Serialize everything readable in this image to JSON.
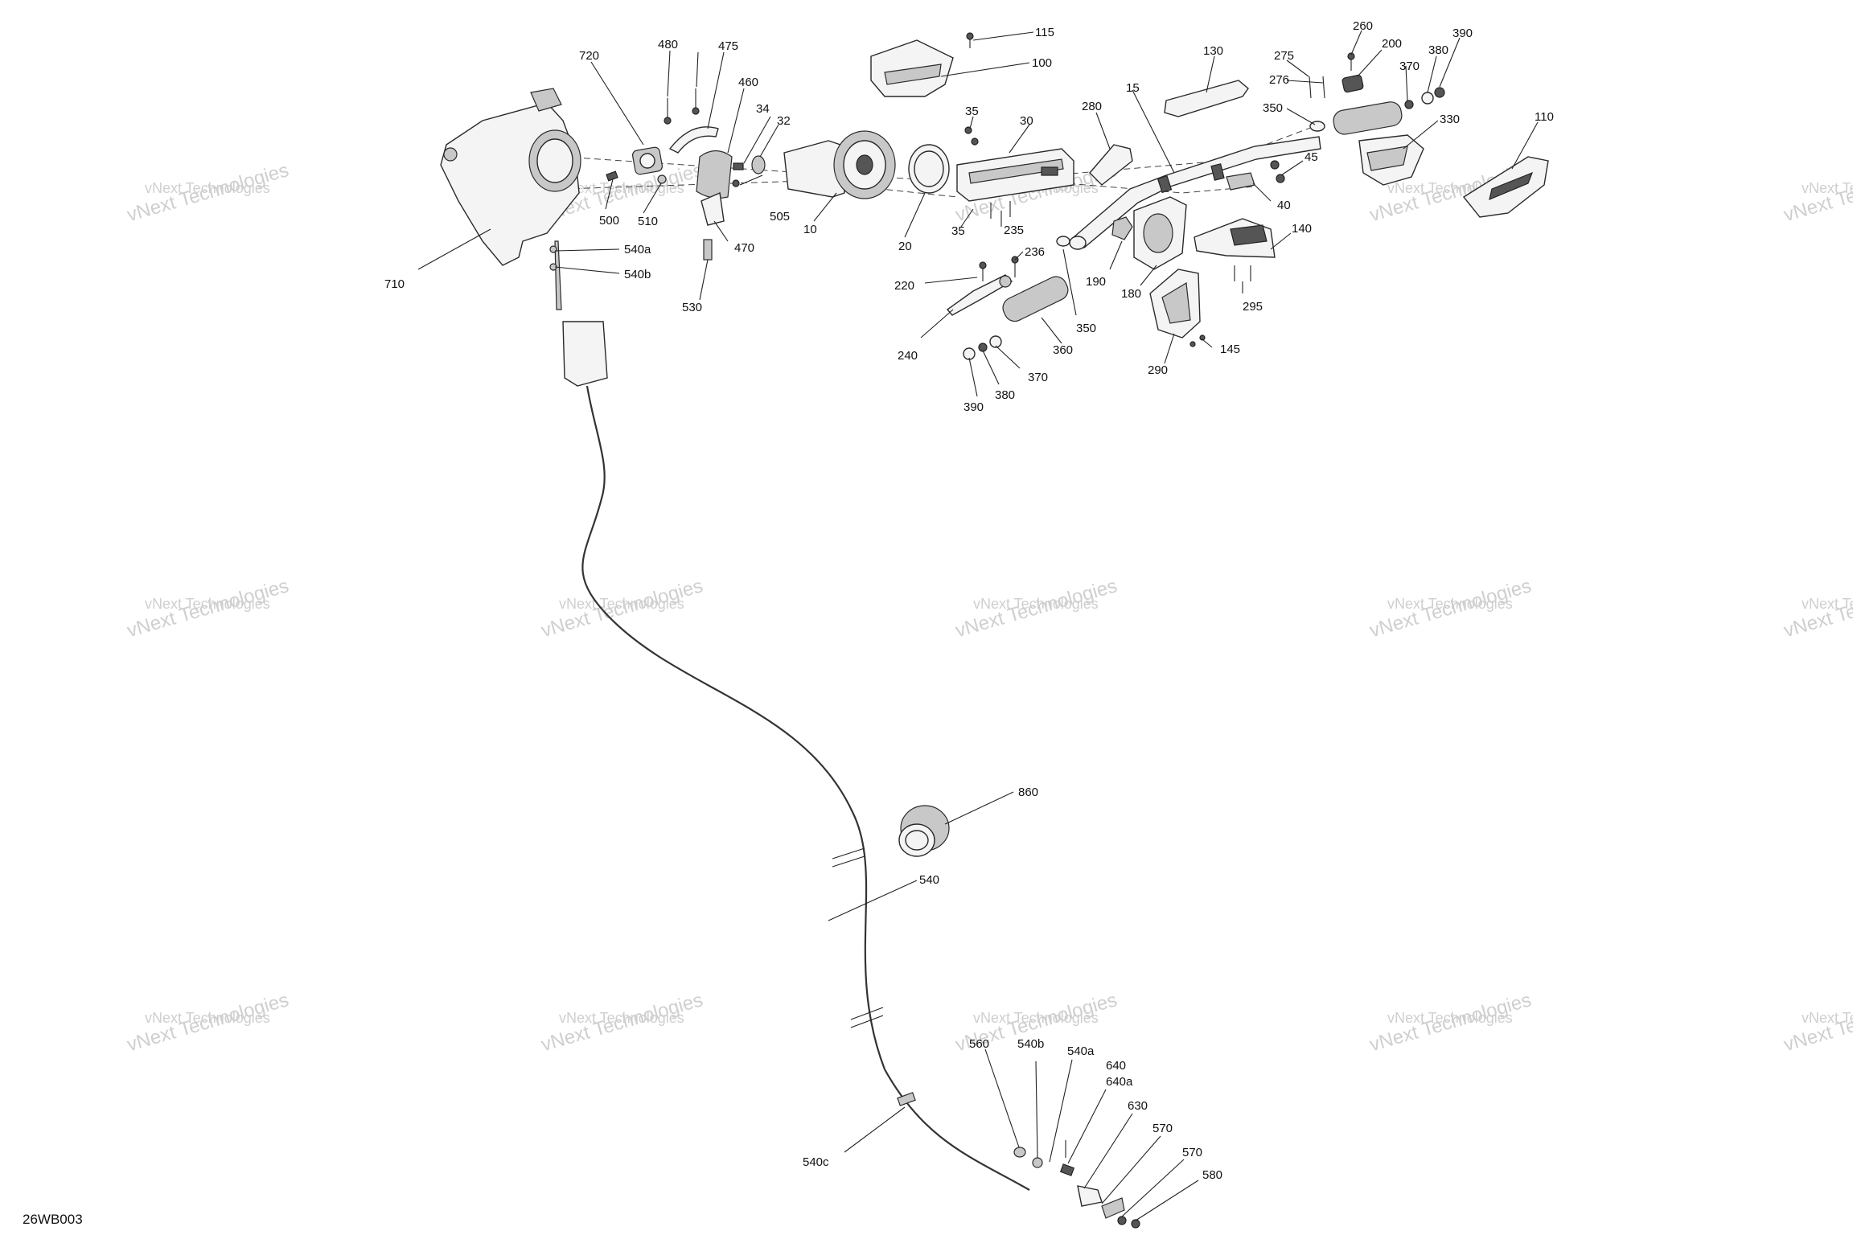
{
  "figure": {
    "reference": "26WB003",
    "watermark_line1": "vNext Technologies",
    "watermark_line2": "vNext Technologies"
  },
  "callouts": {
    "c720": "720",
    "c480": "480",
    "c475": "475",
    "c460": "460",
    "c34": "34",
    "c32": "32",
    "c115": "115",
    "c100": "100",
    "c130": "130",
    "c275": "275",
    "c276": "276",
    "c260": "260",
    "c200": "200",
    "c370a": "370",
    "c380a": "380",
    "c390a": "390",
    "c350a": "350",
    "c330": "330",
    "c110": "110",
    "c15": "15",
    "c280": "280",
    "c35a": "35",
    "c30": "30",
    "c45": "45",
    "c40": "40",
    "c500": "500",
    "c510": "510",
    "c505": "505",
    "c10": "10",
    "c20": "20",
    "c35b": "35",
    "c235": "235",
    "c470": "470",
    "c540a_top": "540a",
    "c540b_top": "540b",
    "c710": "710",
    "c530": "530",
    "c236": "236",
    "c220": "220",
    "c240": "240",
    "c190": "190",
    "c180": "180",
    "c140": "140",
    "c295": "295",
    "c350b": "350",
    "c360": "360",
    "c370b": "370",
    "c380b": "380",
    "c390b": "390",
    "c145": "145",
    "c290": "290",
    "c860": "860",
    "c540": "540",
    "c560": "560",
    "c540b_bot": "540b",
    "c540a_bot": "540a",
    "c640": "640",
    "c640a": "640a",
    "c630": "630",
    "c570a": "570",
    "c570b": "570",
    "c580": "580",
    "c540c": "540c"
  }
}
